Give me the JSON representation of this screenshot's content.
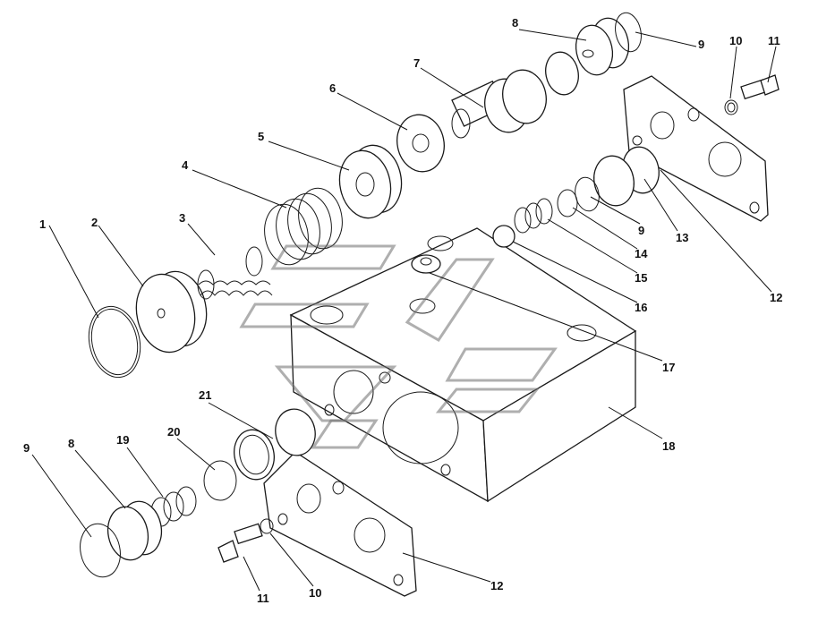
{
  "diagram": {
    "type": "exploded-assembly",
    "callouts": [
      "1",
      "2",
      "3",
      "4",
      "5",
      "6",
      "7",
      "8",
      "9",
      "10",
      "11",
      "12",
      "13",
      "14",
      "15",
      "16",
      "17",
      "18",
      "19",
      "20",
      "21"
    ],
    "second_callouts": [
      "8",
      "9",
      "10",
      "11",
      "12"
    ]
  },
  "colors": {
    "line": "#1a1a1a",
    "background": "#ffffff",
    "watermark": "#6e6e6e"
  }
}
